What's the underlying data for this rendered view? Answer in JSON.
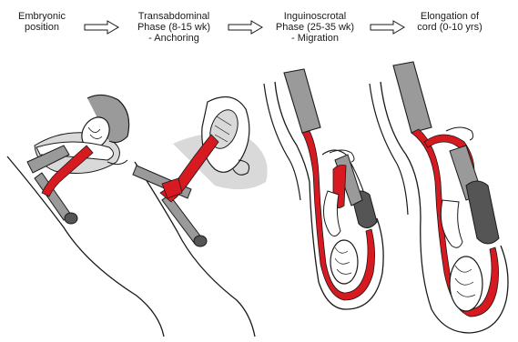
{
  "stages": [
    {
      "id": "embryonic",
      "lines": [
        "Embryonic",
        "position"
      ]
    },
    {
      "id": "transabdominal",
      "lines": [
        "Transabdominal",
        "Phase (8-15 wk)",
        "- Anchoring"
      ]
    },
    {
      "id": "inguinoscrotal",
      "lines": [
        "Inguinoscrotal",
        "Phase (25-35 wk)",
        "- Migration"
      ]
    },
    {
      "id": "elongation",
      "lines": [
        "Elongation of",
        "cord (0-10 yrs)"
      ]
    }
  ],
  "colors": {
    "gubernaculum": "#d71920",
    "outline": "#1a1a1a",
    "light_gray": "#d9d9d9",
    "mid_gray": "#9a9a9a",
    "dark_gray": "#555555",
    "arrow_fill": "#ffffff"
  }
}
